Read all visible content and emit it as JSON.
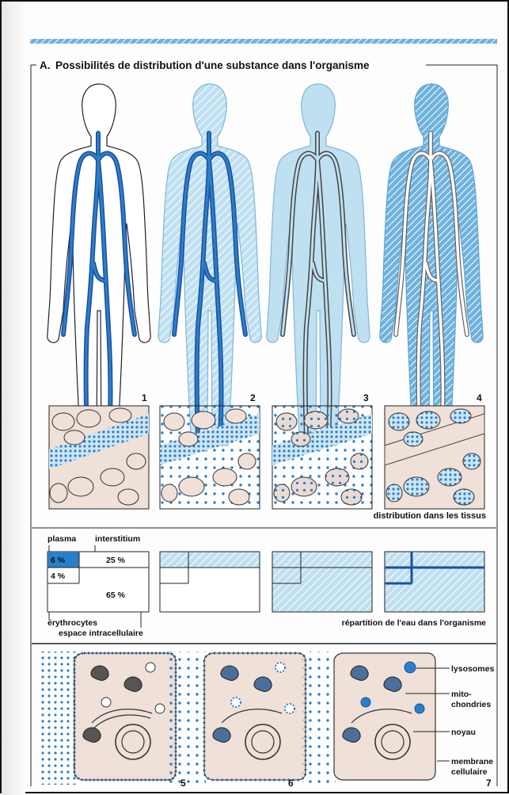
{
  "section": {
    "letter": "A.",
    "title": "Possibilités de distribution d'une substance dans l'organisme"
  },
  "figures": [
    {
      "number": "1"
    },
    {
      "number": "2"
    },
    {
      "number": "3"
    },
    {
      "number": "4"
    }
  ],
  "tissue_caption": "distribution dans les tissus",
  "water": {
    "plasma_label": "plasma",
    "interstitium_label": "interstitium",
    "plasma_value": "6 %",
    "interstitium_value": "25 %",
    "erythrocytes_value": "4 %",
    "intracellular_value": "65 %",
    "erythrocytes_label": "érythrocytes",
    "intracellular_label": "espace intracellulaire",
    "caption": "répartition de l'eau dans l'organisme"
  },
  "cells": {
    "labels": {
      "lysosomes": "lysosomes",
      "mito_1": "mito-",
      "mito_2": "chondries",
      "noyau": "noyau",
      "membrane_1": "membrane",
      "membrane_2": "cellulaire"
    },
    "numbers": [
      "5",
      "6",
      "7"
    ]
  },
  "colors": {
    "blue": "#2a7fc9",
    "dark_blue": "#1d4f9c",
    "light_blue": "#bfe0f1",
    "pink": "#efe0d8"
  }
}
